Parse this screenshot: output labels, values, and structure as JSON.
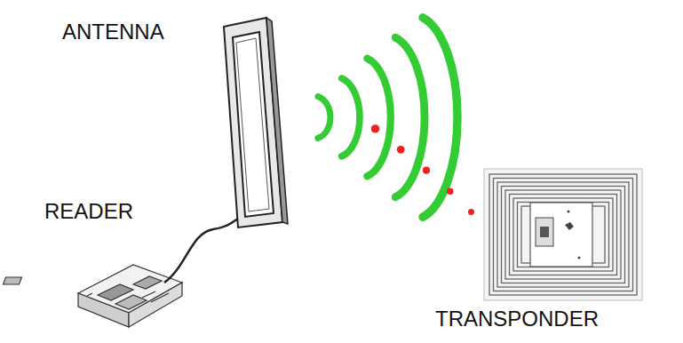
{
  "diagram": {
    "labels": [
      "ANTENNA",
      "READER",
      "TRANSPONDER"
    ]
  }
}
